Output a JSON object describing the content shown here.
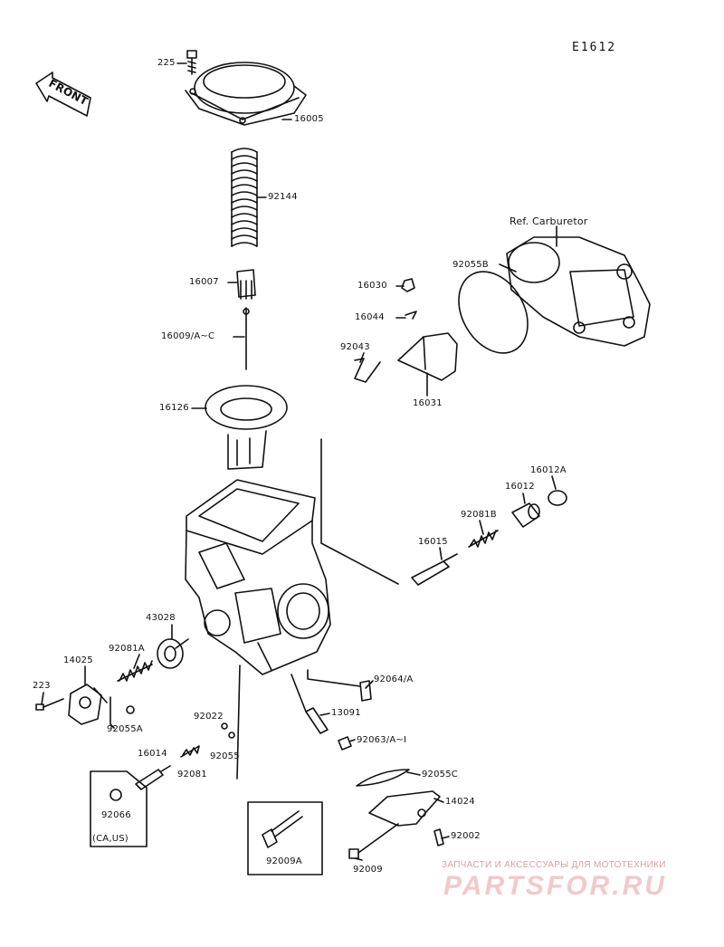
{
  "diagram_code": "E1612",
  "front_label": "FRONT",
  "ref_label": "Ref. Carburetor",
  "region_note": "(CA,US)",
  "watermark": {
    "tagline": "ЗАПЧАСТИ И АКСЕССУАРЫ ДЛЯ МОТОТЕХНИКИ",
    "brand": "PARTSFOR.RU"
  },
  "parts": {
    "p225": "225",
    "p16005": "16005",
    "p92144": "92144",
    "p16007": "16007",
    "p16009": "16009/A~C",
    "p16126": "16126",
    "p92055B": "92055B",
    "p16030": "16030",
    "p16044": "16044",
    "p92043": "92043",
    "p16031": "16031",
    "p16012A": "16012A",
    "p16012": "16012",
    "p92081B": "92081B",
    "p16015": "16015",
    "p43028": "43028",
    "p92081A": "92081A",
    "p14025": "14025",
    "p223": "223",
    "p92055A": "92055A",
    "p92064": "92064/A",
    "p13091": "13091",
    "p92063": "92063/A~I",
    "p92022": "92022",
    "p16014": "16014",
    "p92055": "92055",
    "p92081": "92081",
    "p92066": "92066",
    "p92055C": "92055C",
    "p14024": "14024",
    "p92002": "92002",
    "p92009A": "92009A",
    "p92009": "92009"
  }
}
